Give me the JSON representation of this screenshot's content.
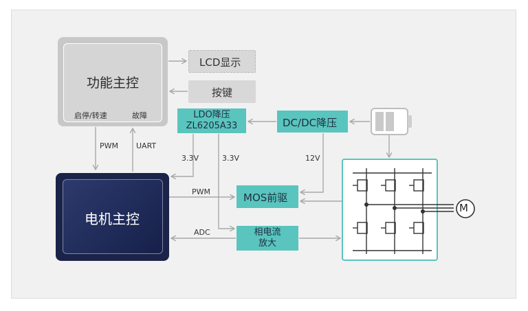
{
  "blocks": {
    "function_controller": "功能主控",
    "start_stop_speed": "启停/转速",
    "fault": "故障",
    "lcd_display": "LCD显示",
    "keys": "按键",
    "ldo_line1": "LDO降压",
    "ldo_line2": "ZL6205A33",
    "dcdc": "DC/DC降压",
    "motor_controller": "电机主控",
    "mos_driver": "MOS前驱",
    "amp_line1": "相电流",
    "amp_line2": "放大",
    "motor_symbol": "M"
  },
  "signals": {
    "pwm_down": "PWM",
    "uart_up": "UART",
    "v33_left": "3.3V",
    "v33_right": "3.3V",
    "v12": "12V",
    "pwm_mid": "PWM",
    "adc": "ADC"
  },
  "colors": {
    "background": "#f1f1f1",
    "teal": "#5ac4be",
    "navy": "#1b2348",
    "gray_block": "#d5d5d5",
    "arrow": "#a8a8a8",
    "bridge_border": "#5ac4be"
  }
}
